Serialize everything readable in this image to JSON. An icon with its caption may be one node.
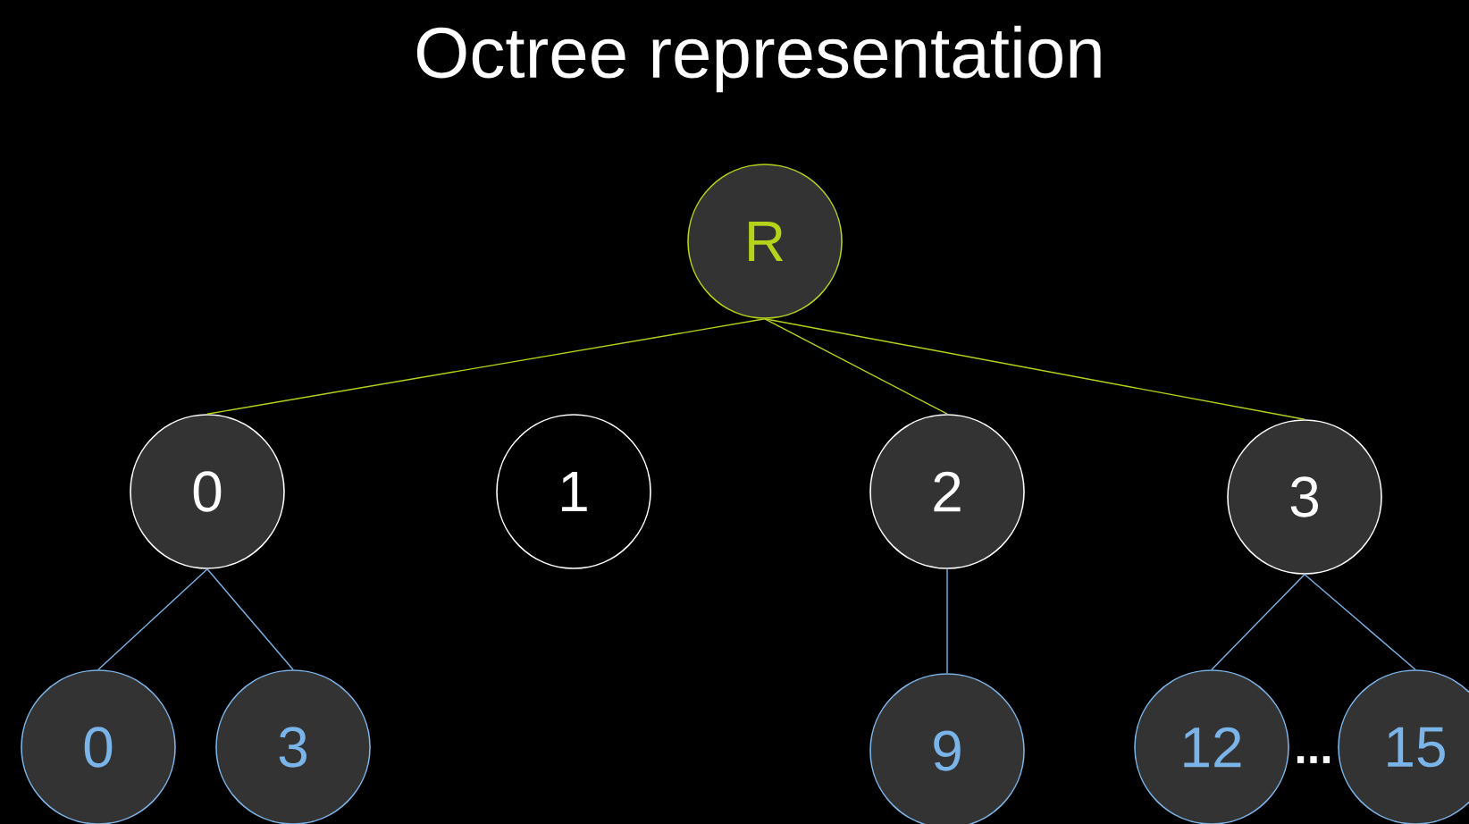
{
  "diagram": {
    "title": "Octree representation",
    "nodes": [
      {
        "text": [
          "R"
        ]
      },
      {
        "text": [
          "0"
        ]
      },
      {
        "text": [
          "1"
        ]
      },
      {
        "text": [
          "2"
        ]
      },
      {
        "text": [
          "3"
        ]
      },
      {
        "text": [
          "0"
        ]
      },
      {
        "text": [
          "3"
        ]
      },
      {
        "text": [
          "9"
        ]
      },
      {
        "text": [
          "12"
        ]
      },
      {
        "text": [
          "15"
        ]
      }
    ],
    "edges": [
      {
        "from": 0,
        "to": 1,
        "arrow": "none",
        "color": "#b5d31a"
      },
      {
        "from": 0,
        "to": 3,
        "arrow": "none",
        "color": "#b5d31a"
      },
      {
        "from": 0,
        "to": 4,
        "arrow": "none",
        "color": "#b5d31a"
      },
      {
        "from": 1,
        "to": 5,
        "arrow": "none"
      },
      {
        "from": 1,
        "to": 6,
        "arrow": "none"
      },
      {
        "from": 3,
        "to": 7,
        "arrow": "none"
      },
      {
        "from": 4,
        "to": 8,
        "arrow": "none"
      },
      {
        "from": 4,
        "to": 9,
        "arrow": "none"
      }
    ],
    "labels": [
      "..."
    ]
  }
}
